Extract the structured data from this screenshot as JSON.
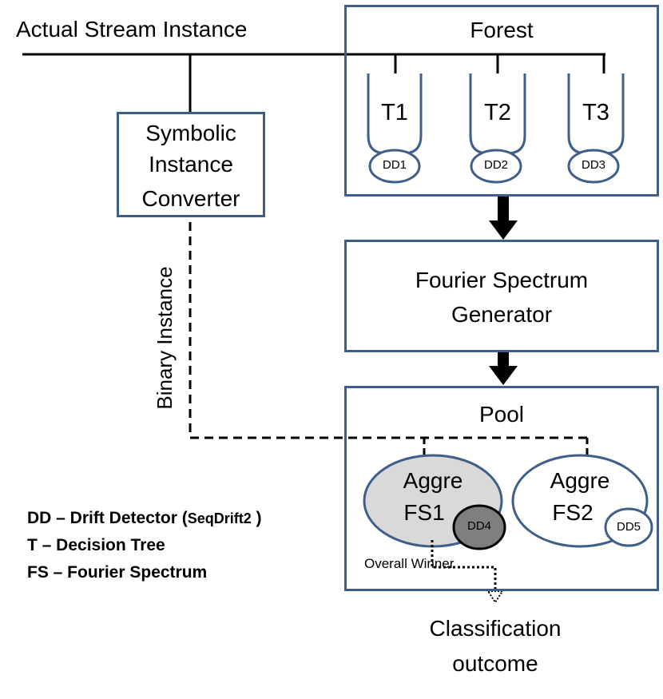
{
  "stream_label": "Actual Stream Instance",
  "converter": {
    "line1": "Symbolic",
    "line2": "Instance",
    "line3": "Converter"
  },
  "binary_label": "Binary Instance",
  "forest": {
    "title": "Forest",
    "trees": [
      {
        "name": "T1",
        "detector": "DD1"
      },
      {
        "name": "T2",
        "detector": "DD2"
      },
      {
        "name": "T3",
        "detector": "DD3"
      }
    ]
  },
  "generator": {
    "line1": "Fourier Spectrum",
    "line2": "Generator"
  },
  "pool": {
    "title": "Pool",
    "fs1": {
      "line1": "Aggre",
      "line2": "FS1",
      "detector": "DD4"
    },
    "fs2": {
      "line1": "Aggre",
      "line2": "FS2",
      "detector": "DD5"
    },
    "winner": "Overall Winner"
  },
  "outcome": {
    "line1": "Classification",
    "line2": "outcome"
  },
  "legend": {
    "dd_prefix": "DD – Drift Detector (",
    "dd_method": "SeqDrift2",
    "dd_suffix": " )",
    "t": "T – Decision Tree",
    "fs": "FS – Fourier Spectrum"
  },
  "colors": {
    "box_border": "#3f5f8a",
    "fs1_fill": "#d9d9d9",
    "dd4_fill": "#7f7f7f"
  }
}
